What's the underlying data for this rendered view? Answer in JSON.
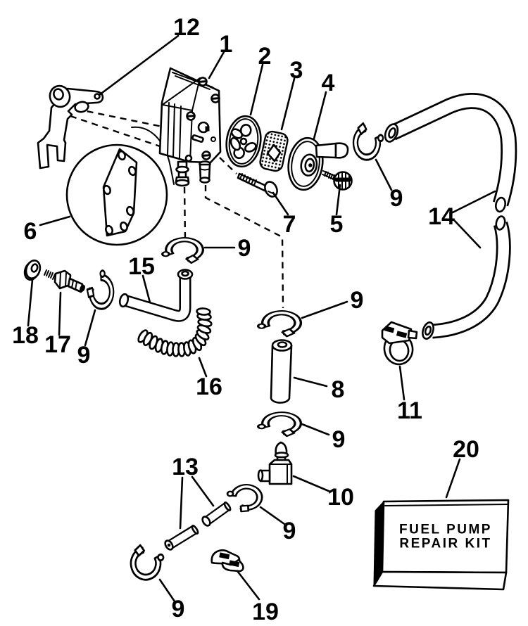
{
  "colors": {
    "background": "#ffffff",
    "ink": "#000000"
  },
  "callouts": [
    {
      "label": "12"
    },
    {
      "label": "1"
    },
    {
      "label": "2"
    },
    {
      "label": "3"
    },
    {
      "label": "4"
    },
    {
      "label": "5"
    },
    {
      "label": "7"
    },
    {
      "label": "6"
    },
    {
      "label": "9"
    },
    {
      "label": "15"
    },
    {
      "label": "18"
    },
    {
      "label": "17"
    },
    {
      "label": "9"
    },
    {
      "label": "16"
    },
    {
      "label": "9"
    },
    {
      "label": "8"
    },
    {
      "label": "14"
    },
    {
      "label": "9"
    },
    {
      "label": "11"
    },
    {
      "label": "9"
    },
    {
      "label": "10"
    },
    {
      "label": "13"
    },
    {
      "label": "9"
    },
    {
      "label": "9"
    },
    {
      "label": "19"
    },
    {
      "label": "20"
    }
  ],
  "kit_box": {
    "line1": "FUEL PUMP",
    "line2": "REPAIR KIT"
  }
}
